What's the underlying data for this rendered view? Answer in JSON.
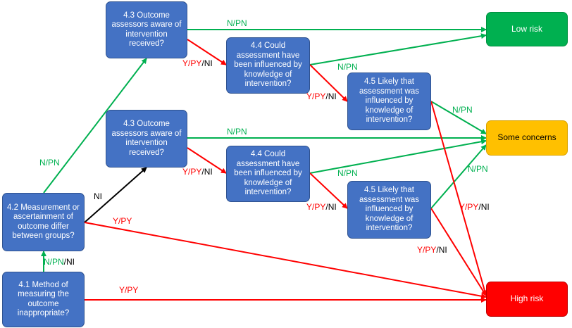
{
  "colors": {
    "question": "#4472C4",
    "low": "#00B050",
    "some": "#FFC000",
    "high": "#FF0000",
    "green_arrow": "#00B050",
    "red_arrow": "#FF0000",
    "black_arrow": "#000000"
  },
  "nodes": {
    "q41": "4.1 Method of measuring the outcome inappropriate?",
    "q42": "4.2 Measurement or ascertainment of outcome differ between groups?",
    "q43_top": "4.3 Outcome assessors aware of intervention received?",
    "q43_mid": "4.3 Outcome assessors aware of intervention received?",
    "q44_top": "4.4 Could assessment have been influenced by knowledge of intervention?",
    "q44_mid": "4.4 Could assessment have been influenced by knowledge of intervention?",
    "q45_top": "4.5 Likely that assessment was influenced by knowledge of intervention?",
    "q45_mid": "4.5 Likely that assessment was influenced by knowledge of intervention?",
    "low_risk": "Low risk",
    "some_concerns": "Some concerns",
    "high_risk": "High risk"
  },
  "labels": {
    "npn": "N/PN",
    "ni": "NI",
    "slash": "/",
    "y": "Y",
    "py": "PY",
    "y_py": "Y/PY"
  }
}
